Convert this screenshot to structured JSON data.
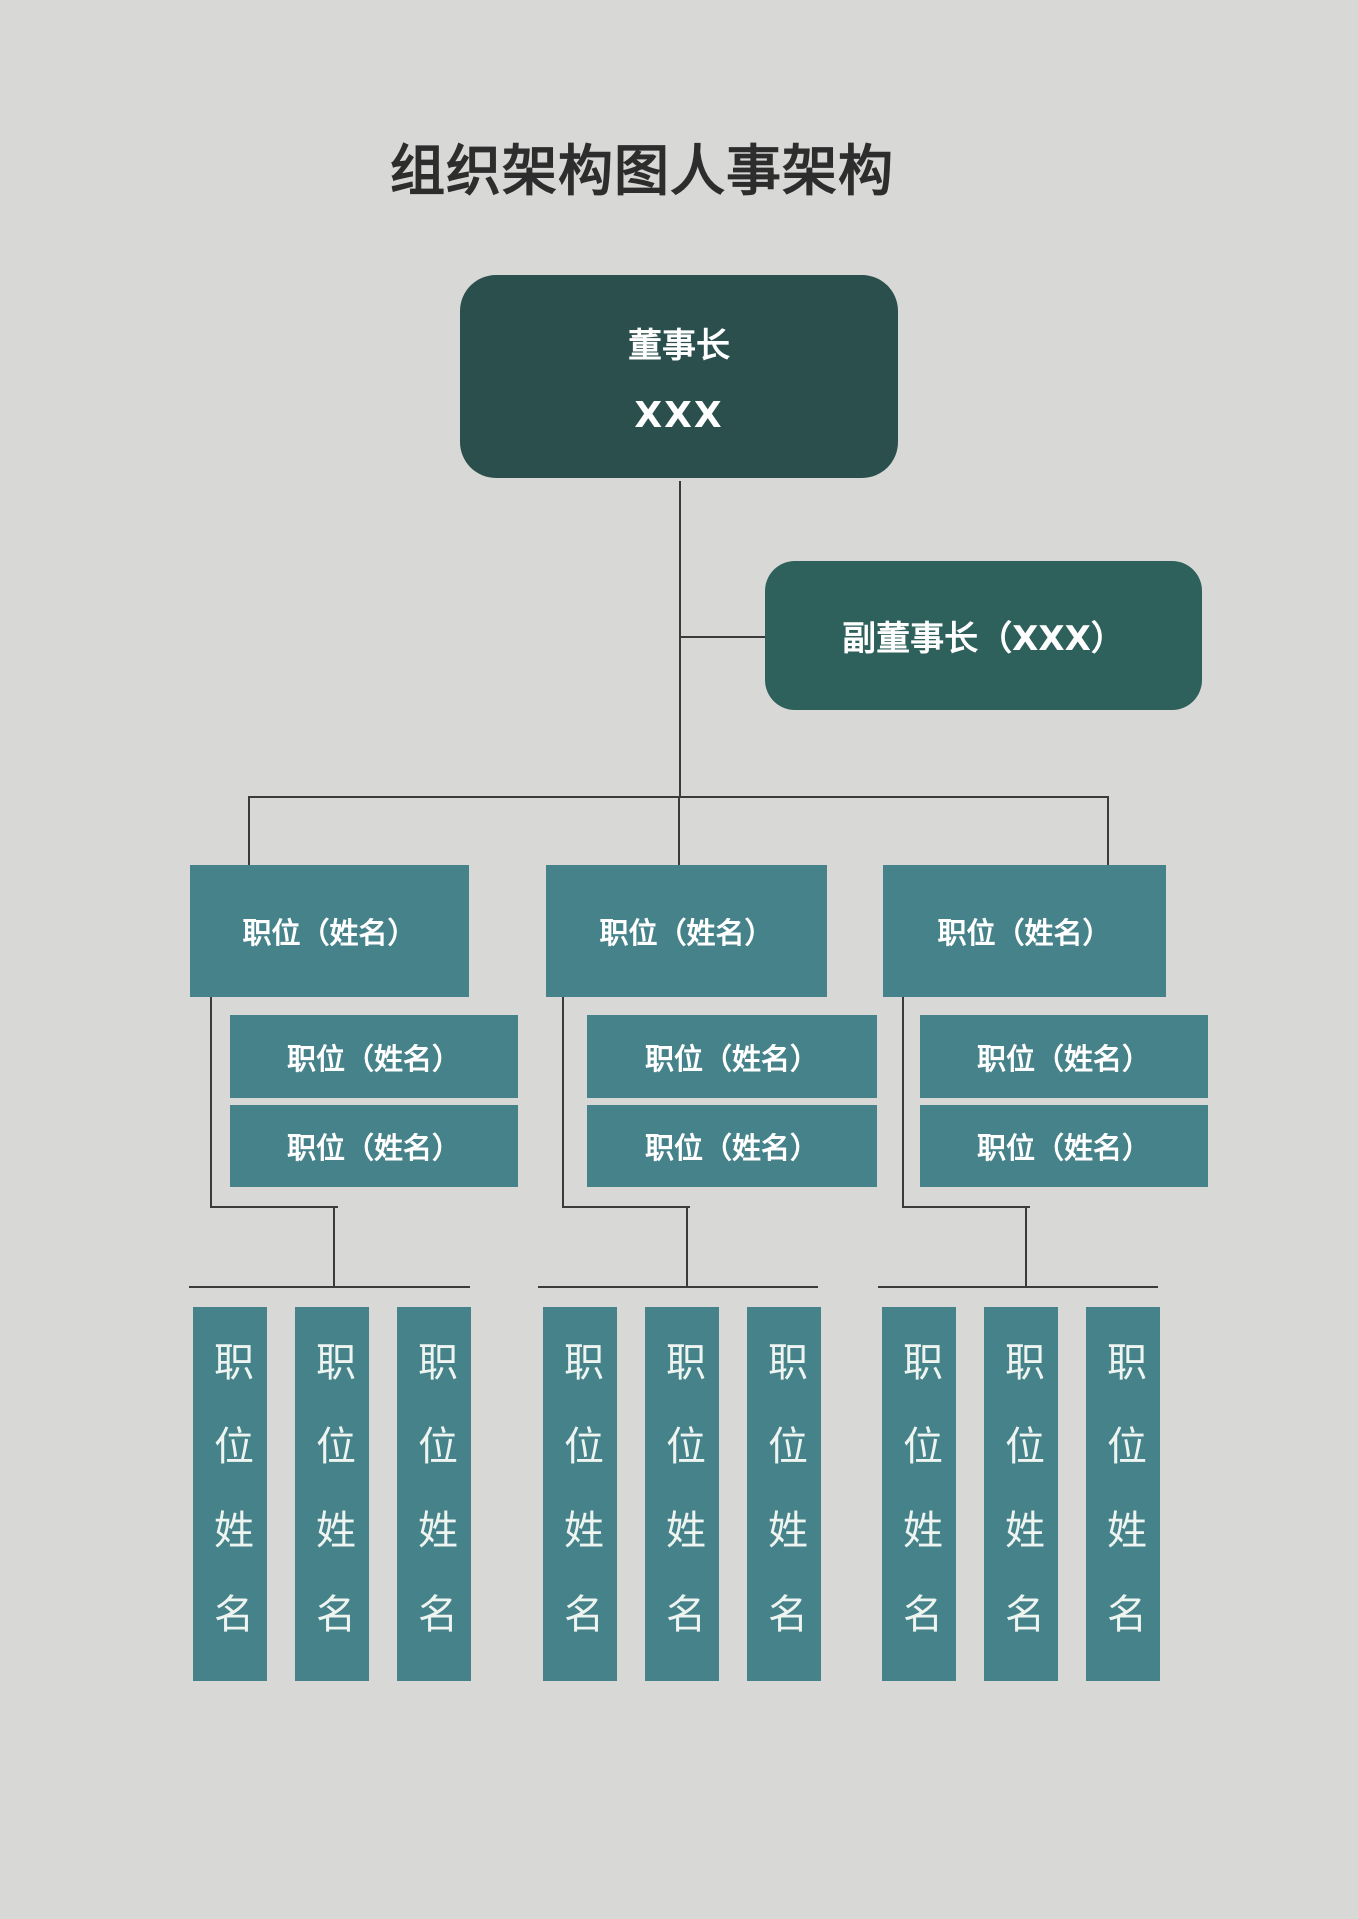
{
  "page": {
    "title": "组织架构图人事架构"
  },
  "colors": {
    "background": "#d8d8d6",
    "chairman_node": "#2b4f4c",
    "vice_chairman_node": "#2e605c",
    "teal_node": "#45828a",
    "connector": "#3b3b3b",
    "node_text": "#ffffff",
    "title_text": "#2d2d2d"
  },
  "org": {
    "chairman": {
      "role": "董事长",
      "name": "XXX"
    },
    "vice_chairman": {
      "label": "副董事长（XXX）"
    },
    "branches": [
      {
        "head": "职位（姓名）",
        "deputies": [
          "职位（姓名）",
          "职位（姓名）"
        ],
        "staff": [
          "职位姓名",
          "职位姓名",
          "职位姓名"
        ]
      },
      {
        "head": "职位（姓名）",
        "deputies": [
          "职位（姓名）",
          "职位（姓名）"
        ],
        "staff": [
          "职位姓名",
          "职位姓名",
          "职位姓名"
        ]
      },
      {
        "head": "职位（姓名）",
        "deputies": [
          "职位（姓名）",
          "职位（姓名）"
        ],
        "staff": [
          "职位姓名",
          "职位姓名",
          "职位姓名"
        ]
      }
    ]
  }
}
